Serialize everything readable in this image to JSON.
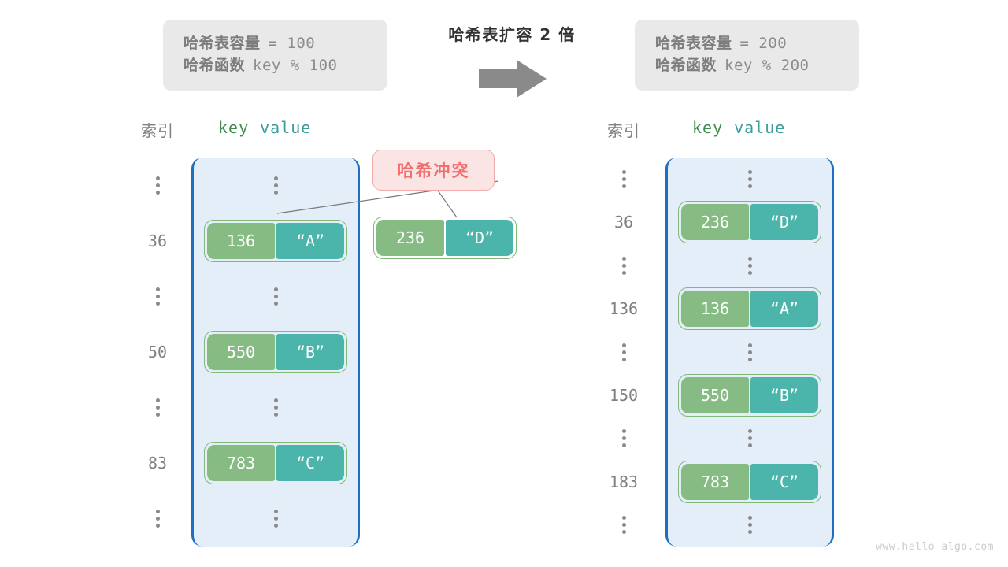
{
  "diagram": {
    "transform_title": "哈希表扩容 2 倍",
    "watermark": "www.hello-algo.com",
    "collision_label": "哈希冲突"
  },
  "colors": {
    "bucket_fill": "#e3eef9",
    "bucket_border": "#1f6fc0",
    "key_cell": "#86bc84",
    "value_cell": "#4cb5ab",
    "pair_border": "#7fb877",
    "info_box": "#e9e9e9",
    "info_text": "#808080",
    "collision_fill": "#fbe4e4",
    "collision_border": "#f2aaaa",
    "collision_text": "#ef6f6f",
    "arrow": "#8a8a8a",
    "head_key": "#3e8c4f",
    "head_value": "#3d9c9c"
  },
  "info_left": {
    "capacity_label": "哈希表容量",
    "capacity_value": "= 100",
    "function_label": "哈希函数",
    "function_value": "key % 100"
  },
  "info_right": {
    "capacity_label": "哈希表容量",
    "capacity_value": "= 200",
    "function_label": "哈希函数",
    "function_value": "key % 200"
  },
  "headers": {
    "index": "索引",
    "key": "key",
    "value": "value"
  },
  "table_left": {
    "rows": [
      {
        "index": "⋮",
        "type": "dots"
      },
      {
        "index": "36",
        "type": "entry",
        "key": "136",
        "value": "“A”"
      },
      {
        "index": "⋮",
        "type": "dots"
      },
      {
        "index": "50",
        "type": "entry",
        "key": "550",
        "value": "“B”"
      },
      {
        "index": "⋮",
        "type": "dots"
      },
      {
        "index": "83",
        "type": "entry",
        "key": "783",
        "value": "“C”"
      },
      {
        "index": "⋮",
        "type": "dots"
      }
    ]
  },
  "table_right": {
    "rows": [
      {
        "index": "⋮",
        "type": "dots"
      },
      {
        "index": "36",
        "type": "entry",
        "key": "236",
        "value": "“D”"
      },
      {
        "index": "⋮",
        "type": "dots"
      },
      {
        "index": "136",
        "type": "entry",
        "key": "136",
        "value": "“A”"
      },
      {
        "index": "⋮",
        "type": "dots"
      },
      {
        "index": "150",
        "type": "entry",
        "key": "550",
        "value": "“B”"
      },
      {
        "index": "⋮",
        "type": "dots"
      },
      {
        "index": "183",
        "type": "entry",
        "key": "783",
        "value": "“C”"
      },
      {
        "index": "⋮",
        "type": "dots"
      }
    ]
  },
  "collision_entry": {
    "key": "236",
    "value": "“D”"
  }
}
